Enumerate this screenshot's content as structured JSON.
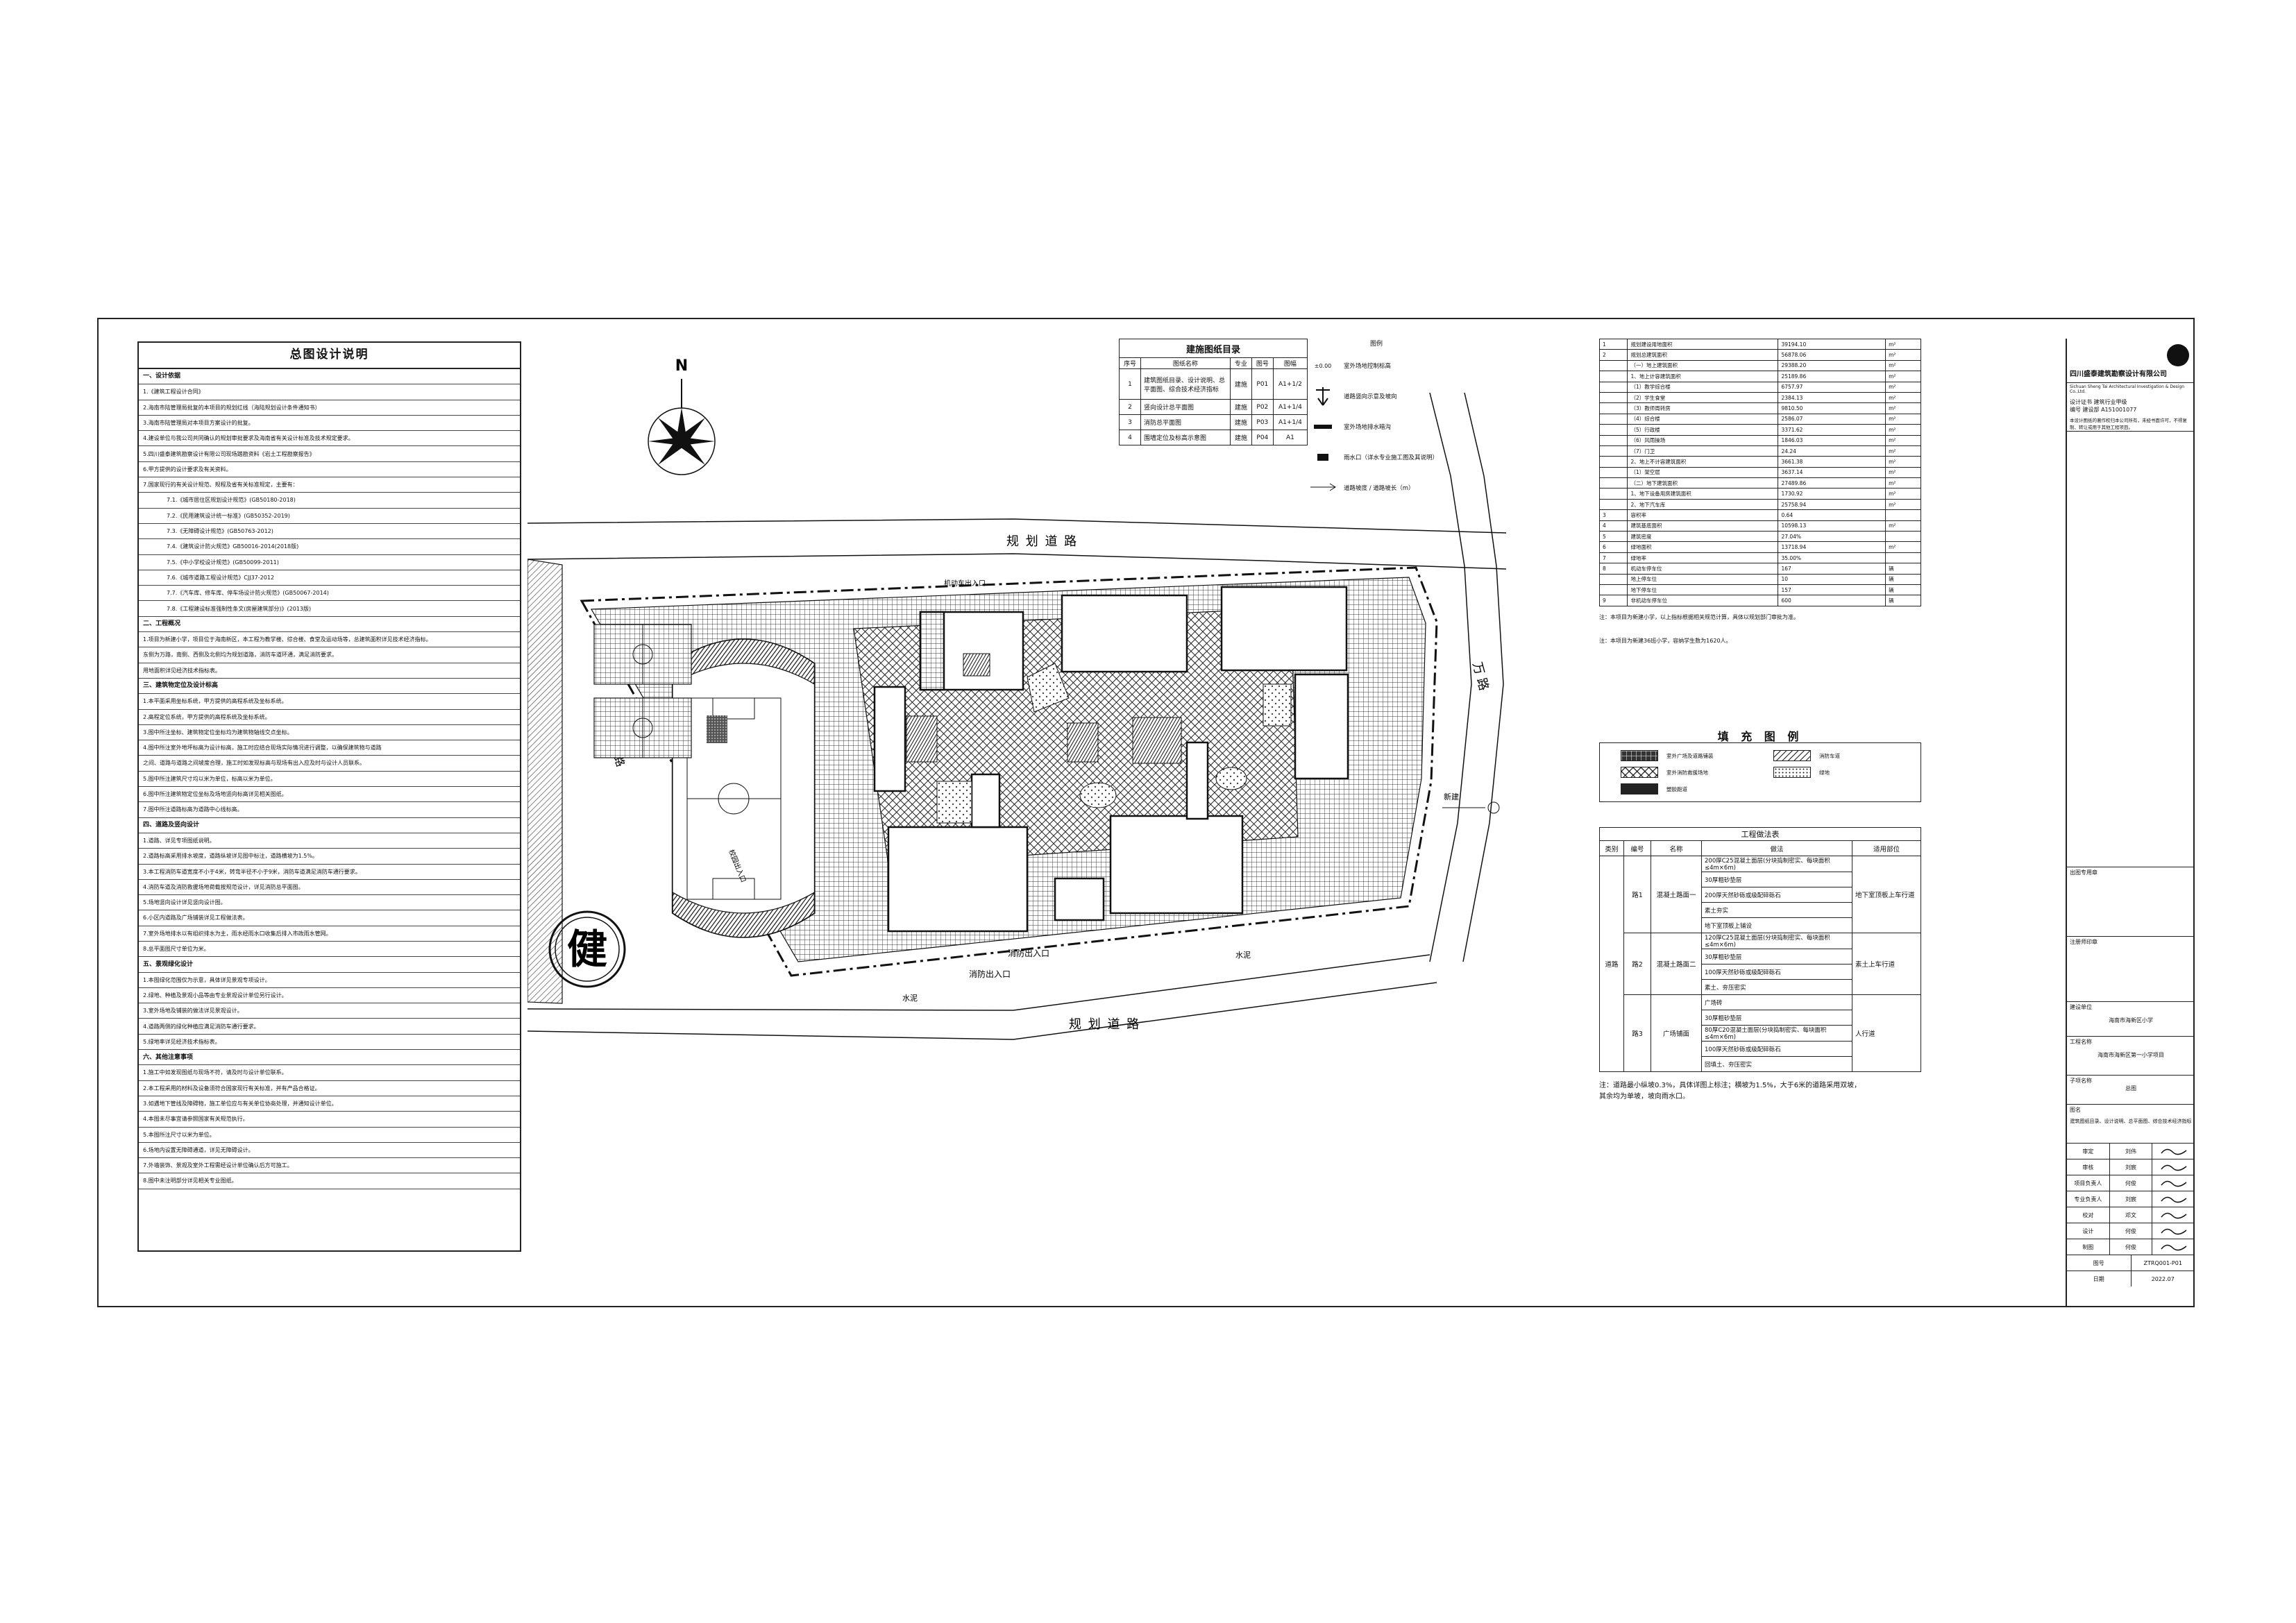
{
  "notes": {
    "title": "总图设计说明",
    "rows": [
      {
        "t": "一、设计依据",
        "sec": true
      },
      {
        "t": "1.《建筑工程设计合同》"
      },
      {
        "t": "2.海南市陆管理局批复的本项目的规划红线（海陆规划设计条件通知书）"
      },
      {
        "t": "3.海南市陆管理局对本项目方案设计的批复。"
      },
      {
        "t": "4.建设单位与我公司共同确认的规划审批要求及海南省有关设计标准及技术规定要求。"
      },
      {
        "t": "5.四川盛泰建筑勘察设计有限公司现场踏勘资料《岩土工程勘察报告》"
      },
      {
        "t": "6.甲方提供的设计要求及有关资料。"
      },
      {
        "t": "7.国家现行的有关设计规范、规程及省有关标准规定，主要有："
      },
      {
        "t": "7.1.《城市居住区规划设计规范》(GB50180-2018)",
        "in": true
      },
      {
        "t": "7.2.《民用建筑设计统一标准》(GB50352-2019)",
        "in": true
      },
      {
        "t": "7.3.《无障碍设计规范》(GB50763-2012)",
        "in": true
      },
      {
        "t": "7.4.《建筑设计防火规范》GB50016-2014(2018版)",
        "in": true
      },
      {
        "t": "7.5.《中小学校设计规范》(GB50099-2011)",
        "in": true
      },
      {
        "t": "7.6.《城市道路工程设计规范》CJJ37-2012",
        "in": true
      },
      {
        "t": "7.7.《汽车库、修车库、停车场设计防火规范》(GB50067-2014)",
        "in": true
      },
      {
        "t": "7.8.《工程建设标准强制性条文(房屋建筑部分)》(2013版)",
        "in": true
      },
      {
        "t": "二、工程概况",
        "sec": true
      },
      {
        "t": "1.项目为新建小学，项目位于海南新区，本工程为教学楼、综合楼、食堂及运动场等，总建筑面积详见技术经济指标。"
      },
      {
        "t": "东侧为万路，南侧、西侧及北侧均为规划道路，消防车道环通，满足消防要求。"
      },
      {
        "t": "用地面积详见经济技术指标表。"
      },
      {
        "t": "三、建筑物定位及设计标高",
        "sec": true
      },
      {
        "t": "1.本平面采用坐标系统，甲方提供的高程系统及坐标系统。"
      },
      {
        "t": "2.高程定位系统，甲方提供的高程系统及坐标系统。"
      },
      {
        "t": "3.图中所注坐标、建筑物定位坐标均为建筑物轴线交点坐标。"
      },
      {
        "t": "4.图中所注室外地坪标高为设计标高，施工时应结合现场实际情况进行调整，以确保建筑物与道路"
      },
      {
        "t": "之间、道路与道路之间坡度合理，施工时如发现标高与现场有出入应及时与设计人员联系。"
      },
      {
        "t": "5.图中所注建筑尺寸均以米为单位，标高以米为单位。"
      },
      {
        "t": "6.图中所注建筑物定位坐标及场地竖向标高详见相关图纸。"
      },
      {
        "t": "7.图中所注道路标高为道路中心线标高。"
      },
      {
        "t": "四、道路及竖向设计",
        "sec": true
      },
      {
        "t": "1.道路、详见专项图纸说明。"
      },
      {
        "t": "2.道路标高采用排水坡度，道路纵坡详见图中标注，道路横坡为1.5%。"
      },
      {
        "t": "3.本工程消防车道宽度不小于4米，转弯半径不小于9米，消防车道满足消防车通行要求。"
      },
      {
        "t": "4.消防车道及消防救援场地荷载按规范设计，详见消防总平面图。"
      },
      {
        "t": "5.场地竖向设计详见竖向设计图。"
      },
      {
        "t": "6.小区内道路及广场铺装详见工程做法表。"
      },
      {
        "t": "7.室外场地排水以有组织排水为主，雨水经雨水口收集后排入市政雨水管网。"
      },
      {
        "t": "8.总平面图尺寸单位为米。"
      },
      {
        "t": "五、景观绿化设计",
        "sec": true
      },
      {
        "t": "1.本图绿化范围仅为示意，具体详见景观专项设计。"
      },
      {
        "t": "2.绿地、种植及景观小品等由专业景观设计单位另行设计。"
      },
      {
        "t": "3.室外场地及铺装的做法详见景观设计。"
      },
      {
        "t": "4.道路两侧的绿化种植应满足消防车通行要求。"
      },
      {
        "t": "5.绿地率详见经济技术指标表。"
      },
      {
        "t": "六、其他注意事项",
        "sec": true
      },
      {
        "t": "1.施工中如发现图纸与现场不符，请及时与设计单位联系。"
      },
      {
        "t": "2.本工程采用的材料及设备须符合国家现行有关标准，并有产品合格证。"
      },
      {
        "t": "3.如遇地下管线及障碍物，施工单位应与有关单位协商处理，并通知设计单位。"
      },
      {
        "t": "4.本图未尽事宜请参照国家有关规范执行。"
      },
      {
        "t": "5.本图所注尺寸以米为单位。"
      },
      {
        "t": "6.场地内设置无障碍通道，详见无障碍设计。"
      },
      {
        "t": "7.外墙装饰、景观及室外工程需经设计单位确认后方可施工。"
      },
      {
        "t": "8.图中未注明部分详见相关专业图纸。"
      }
    ]
  },
  "site": {
    "north_label": "N",
    "roads": {
      "north": "规 划 道 路",
      "south": "规 划 道 路",
      "west": "规划道路",
      "east": "万 路"
    },
    "labels": {
      "entry_north": "机动车出入口",
      "entry_west": "校园出入口",
      "fire_entry_1": "消防出入口",
      "fire_entry_2": "消防出入口",
      "south_note_1": "水泥",
      "south_note_2": "水泥",
      "east_note": "新建"
    },
    "seal_char": "健"
  },
  "drawlist": {
    "title": "建施图纸目录",
    "headers": [
      "序号",
      "图纸名称",
      "专业",
      "图号",
      "图幅"
    ],
    "rows": [
      [
        "1",
        "建筑图纸目录、设计说明、总平面图、综合技术经济指标",
        "建施",
        "P01",
        "A1+1/2"
      ],
      [
        "2",
        "竖向设计总平面图",
        "建施",
        "P02",
        "A1+1/4"
      ],
      [
        "3",
        "消防总平面图",
        "建施",
        "P03",
        "A1+1/4"
      ],
      [
        "4",
        "围墙定位及标高示意图",
        "建施",
        "P04",
        "A1"
      ]
    ]
  },
  "legend_top": {
    "title": "图例",
    "items": [
      {
        "sym": "±0.00",
        "t": "室外场地控制标高"
      },
      {
        "sym": "arrow",
        "t": "道路竖向示意及坡向"
      },
      {
        "sym": "box",
        "t": "室外场地排水暗沟"
      },
      {
        "sym": "grate",
        "t": "雨水口（详水专业施工图及其说明）"
      },
      {
        "sym": "slope",
        "t": "道路坡度 / 道路坡长（m）"
      }
    ]
  },
  "econ": {
    "title": "综合技术经济指标表",
    "rows": [
      [
        "1",
        "规划建设用地面积",
        "39194.10",
        "m²"
      ],
      [
        "2",
        "规划总建筑面积",
        "56878.06",
        "m²"
      ],
      [
        "",
        "（一）地上建筑面积",
        "29388.20",
        "m²"
      ],
      [
        "",
        "1、地上计容建筑面积",
        "25189.86",
        "m²"
      ],
      [
        "",
        "（1）教学综合楼",
        "6757.97",
        "m²"
      ],
      [
        "",
        "（2）学生食堂",
        "2384.13",
        "m²"
      ],
      [
        "",
        "（3）教师周转房",
        "9810.50",
        "m²"
      ],
      [
        "",
        "（4）综合楼",
        "2586.07",
        "m²"
      ],
      [
        "",
        "（5）行政楼",
        "3371.62",
        "m²"
      ],
      [
        "",
        "（6）风雨操场",
        "1846.03",
        "m²"
      ],
      [
        "",
        "（7）门卫",
        "24.24",
        "m²"
      ],
      [
        "",
        "2、地上不计容建筑面积",
        "3661.38",
        "m²"
      ],
      [
        "",
        "（1）架空层",
        "3637.14",
        "m²"
      ],
      [
        "",
        "（二）地下建筑面积",
        "27489.86",
        "m²"
      ],
      [
        "",
        "1、地下设备用房建筑面积",
        "1730.92",
        "m²"
      ],
      [
        "",
        "2、地下汽车库",
        "25758.94",
        "m²"
      ],
      [
        "3",
        "容积率",
        "0.64",
        ""
      ],
      [
        "4",
        "建筑基底面积",
        "10598.13",
        "m²"
      ],
      [
        "5",
        "建筑密度",
        "27.04%",
        ""
      ],
      [
        "6",
        "绿地面积",
        "13718.94",
        "m²"
      ],
      [
        "7",
        "绿地率",
        "35.00%",
        ""
      ],
      [
        "8",
        "机动车停车位",
        "167",
        "辆"
      ],
      [
        "",
        "地上停车位",
        "10",
        "辆"
      ],
      [
        "",
        "地下停车位",
        "157",
        "辆"
      ],
      [
        "9",
        "非机动车停车位",
        "600",
        "辆"
      ]
    ],
    "note_1": "注：本项目为新建小学，以上指标根据相关规范计算，具体以规划部门审批为准。",
    "note_2": "注：本项目为新建36班小学，容纳学生数为1620人。"
  },
  "fill_legend": {
    "title": "填 充 图 例",
    "items": [
      {
        "t": "室外广场及道路铺装",
        "p": "p1"
      },
      {
        "t": "消防车道",
        "p": "p2"
      },
      {
        "t": "室外消防救援场地",
        "p": "p3"
      },
      {
        "t": "绿地",
        "p": "p4"
      },
      {
        "t": "塑胶跑道",
        "p": "p5"
      }
    ]
  },
  "works": {
    "title": "工程做法表",
    "headers": [
      "类别",
      "编号",
      "名称",
      "做法",
      "适用部位"
    ],
    "groups": [
      {
        "code": "路1",
        "name": "混凝土路面一",
        "layers": [
          "200厚C25混凝土面层(分块捣制密实、每块面积≤4m×6m)",
          "30厚粗砂垫层",
          "200厚天然砂砾或级配碎砾石",
          "素土夯实",
          "地下室顶板上铺设"
        ],
        "use": "地下室顶板上车行道"
      },
      {
        "code": "路2",
        "name": "混凝土路面二",
        "layers": [
          "120厚C25混凝土面层(分块捣制密实、每块面积≤4m×6m)",
          "30厚粗砂垫层",
          "100厚天然砂砾或级配碎砾石",
          "素土、夯压密实"
        ],
        "use": "素土上车行道"
      },
      {
        "code": "路3",
        "name": "广场铺面",
        "layers": [
          "广场砖",
          "30厚粗砂垫层",
          "80厚C20混凝土面层(分块捣制密实、每块面积≤4m×6m)",
          "100厚天然砂砾或级配碎砾石",
          "回填土、夯压密实"
        ],
        "use": "人行道"
      }
    ],
    "category": "道路",
    "note_1": "注：道路最小纵坡0.3%，具体详图上标注；横坡为1.5%，大于6米的道路采用双坡，",
    "note_2": "其余均为单坡，坡向雨水口。"
  },
  "titleblock": {
    "company_cn": "四川盛泰建筑勘察设计有限公司",
    "company_en": "Sichuan Sheng Tai Architectural Investigation & Design Co.,Ltd.",
    "cert_1": "设计证书 建筑行业甲级",
    "cert_2": "编号 建设部 A151001077",
    "disclaimer": "本设计图纸的著作权归本公司所有，未经书面许可，不得复制、转让或用于其他工程项目。",
    "seal_label": "出图专用章",
    "reg_label": "注册师印章",
    "client_label": "建设单位",
    "client": "海南市海新区小学",
    "project_label": "工程名称",
    "project": "海南市海新区第一小学项目",
    "sub_label": "子项名称",
    "sub": "总图",
    "drawing_label": "图名",
    "drawing": "建筑图纸目录、设计说明、总平面图、综合技术经济指标",
    "signatures": [
      [
        "审定",
        "刘伟"
      ],
      [
        "审核",
        "刘宸"
      ],
      [
        "项目负责人",
        "何俊"
      ],
      [
        "专业负责人",
        "刘宸"
      ],
      [
        "校对",
        "邓文"
      ],
      [
        "设计",
        "何俊"
      ],
      [
        "制图",
        "何俊"
      ]
    ],
    "drawing_no_label": "图号",
    "drawing_no": "ZTRQ001-P01",
    "date_label": "日期",
    "date": "2022.07"
  }
}
